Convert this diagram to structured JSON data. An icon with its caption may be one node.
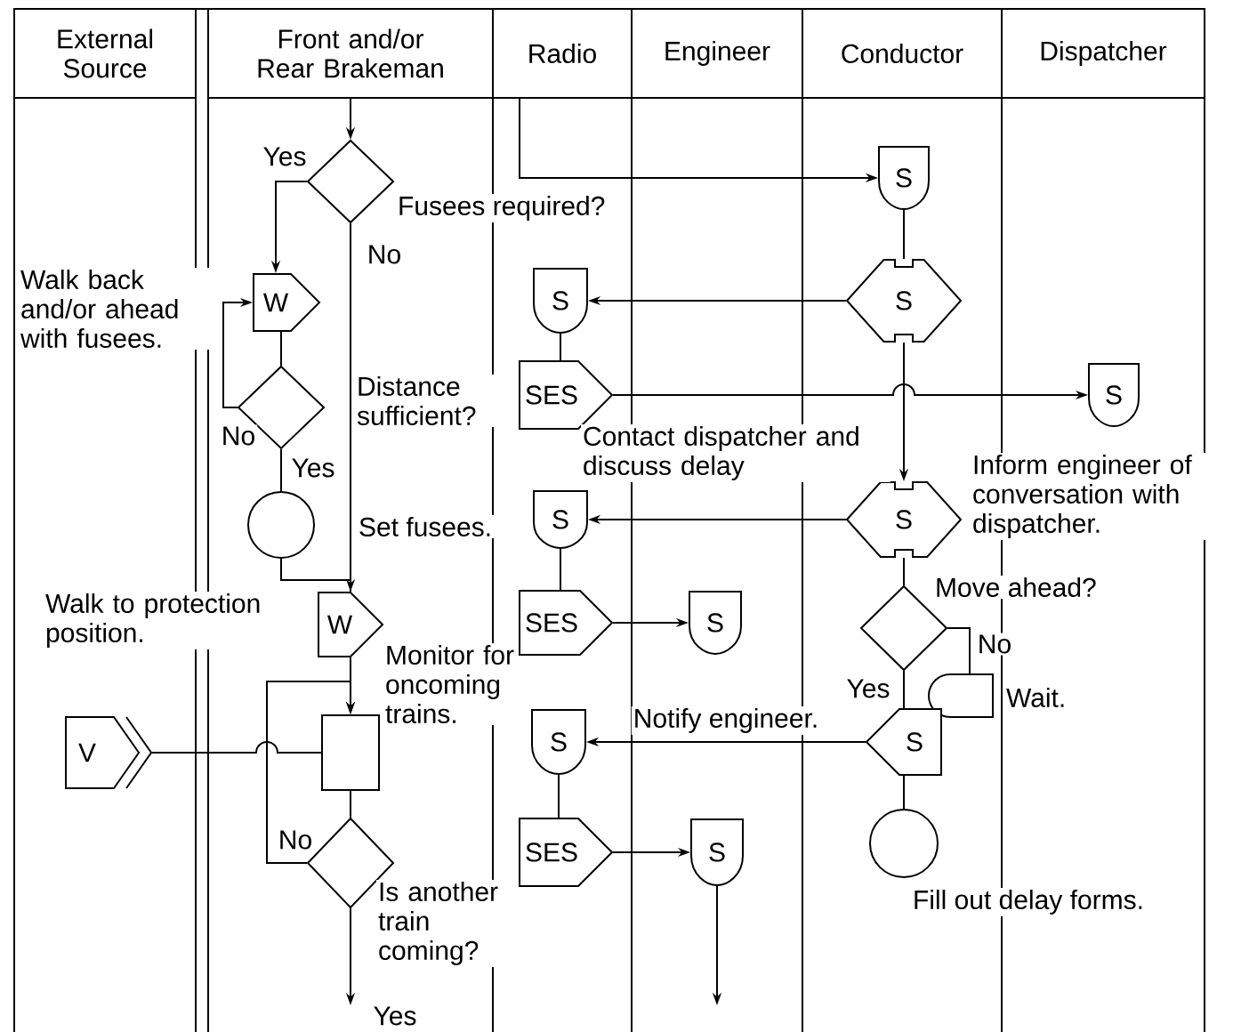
{
  "diagram": {
    "nodes": [
      {
        "text": [
          "External Source"
        ]
      },
      {
        "text": [
          "Front and/or Rear Brakeman"
        ]
      },
      {
        "text": [
          "Radio"
        ]
      },
      {
        "text": [
          "Engineer"
        ]
      },
      {
        "text": [
          "Conductor"
        ]
      },
      {
        "text": [
          "Dispatcher"
        ]
      },
      {
        "text": [],
        "shape": "diamond",
        "beside": [
          "Fusees required?"
        ]
      },
      {
        "text": [
          "W"
        ],
        "beside": [
          "Walk back and/or ahead with fusees."
        ]
      },
      {
        "text": [],
        "shape": "diamond",
        "beside": [
          "Distance sufficient?"
        ]
      },
      {
        "text": [],
        "shape": "circle",
        "beside": [
          "Set fusees."
        ]
      },
      {
        "text": [
          "W"
        ],
        "beside": [
          "Walk to protection position."
        ]
      },
      {
        "text": [
          "V"
        ]
      },
      {
        "text": [],
        "shape": "box",
        "beside": [
          "Monitor for oncoming trains."
        ]
      },
      {
        "text": [],
        "shape": "diamond",
        "beside": [
          "Is another train coming?"
        ]
      },
      {
        "text": [
          "S"
        ]
      },
      {
        "text": [
          "S"
        ]
      },
      {
        "text": [
          "S"
        ]
      },
      {
        "text": [
          "SES"
        ]
      },
      {
        "text": [
          "S"
        ]
      },
      {
        "text": [
          "S"
        ],
        "beside": [
          "Inform engineer of conversation with dispatcher."
        ]
      },
      {
        "text": [
          "S"
        ]
      },
      {
        "text": [
          "SES"
        ]
      },
      {
        "text": [
          "S"
        ]
      },
      {
        "text": [],
        "shape": "diamond",
        "beside": [
          "Move ahead?"
        ]
      },
      {
        "text": [],
        "shape": "box",
        "beside": [
          "Wait."
        ]
      },
      {
        "text": [
          "S"
        ]
      },
      {
        "text": [
          "S"
        ]
      },
      {
        "text": [],
        "shape": "circle",
        "beside": [
          "Fill out delay forms."
        ]
      },
      {
        "text": [
          "SES"
        ]
      },
      {
        "text": [
          "S"
        ]
      }
    ],
    "edges": [
      {
        "from": 1,
        "to": 6,
        "arrow": "to"
      },
      {
        "from": 6,
        "to": 7,
        "arrow": "to",
        "label": "Yes"
      },
      {
        "from": 7,
        "to": 8,
        "arrow": "none"
      },
      {
        "from": 8,
        "to": 7,
        "arrow": "to",
        "label": "No"
      },
      {
        "from": 8,
        "to": 9,
        "arrow": "none",
        "label": "Yes"
      },
      {
        "from": 9,
        "to": 10,
        "arrow": "to"
      },
      {
        "from": 6,
        "to": 10,
        "arrow": "none",
        "label": "No"
      },
      {
        "from": 10,
        "to": 12,
        "arrow": "to"
      },
      {
        "from": 13,
        "to": 12,
        "arrow": "to",
        "label": "No"
      },
      {
        "from": 11,
        "to": 12,
        "arrow": "none"
      },
      {
        "from": 12,
        "to": 13,
        "arrow": "none"
      },
      {
        "from": 13,
        "to": null,
        "arrow": "to",
        "label": "Yes"
      },
      {
        "from": 2,
        "to": 14,
        "arrow": "to"
      },
      {
        "from": 14,
        "to": 15,
        "arrow": "none"
      },
      {
        "from": 15,
        "to": 16,
        "arrow": "to"
      },
      {
        "from": 16,
        "to": 17,
        "arrow": "none"
      },
      {
        "from": 17,
        "to": 18,
        "arrow": "to",
        "label": "Contact dispatcher and discuss delay"
      },
      {
        "from": 15,
        "to": 19,
        "arrow": "to"
      },
      {
        "from": 19,
        "to": 20,
        "arrow": "to"
      },
      {
        "from": 20,
        "to": 21,
        "arrow": "none"
      },
      {
        "from": 21,
        "to": 22,
        "arrow": "to"
      },
      {
        "from": 19,
        "to": 23,
        "arrow": "none"
      },
      {
        "from": 23,
        "to": 24,
        "arrow": "none",
        "label": "No"
      },
      {
        "from": 23,
        "to": 25,
        "arrow": "none",
        "label": "Yes"
      },
      {
        "from": 25,
        "to": 26,
        "arrow": "to",
        "label": "Notify engineer."
      },
      {
        "from": 25,
        "to": 27,
        "arrow": "none"
      },
      {
        "from": 26,
        "to": 28,
        "arrow": "none"
      },
      {
        "from": 28,
        "to": 29,
        "arrow": "to"
      },
      {
        "from": 29,
        "to": null,
        "arrow": "to"
      }
    ]
  }
}
